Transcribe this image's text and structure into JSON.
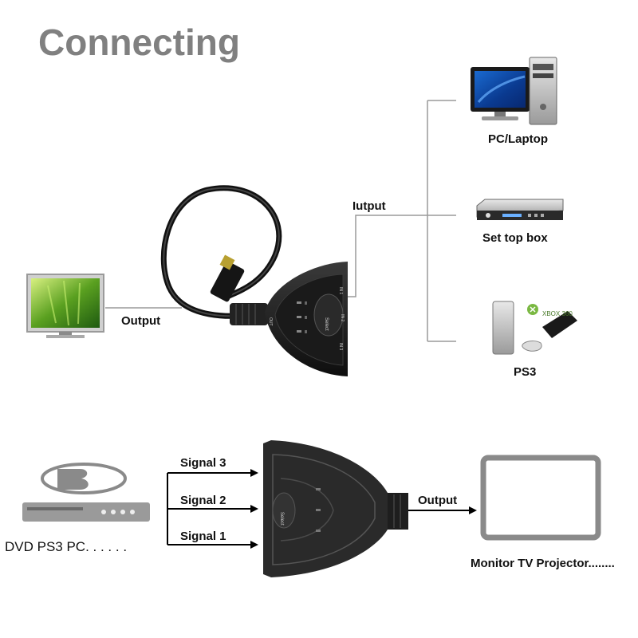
{
  "title": "Connecting",
  "top": {
    "output_label": "Output",
    "iutput_label": "Iutput",
    "devices": [
      "PC/Laptop",
      "Set top box",
      "PS3"
    ],
    "switch_text": {
      "select": "Select",
      "out": "OUT",
      "in1": "IN 1",
      "in2": "IN 2",
      "in3": "IN 3"
    },
    "xbox_logo_text": "XBOX 360"
  },
  "bottom": {
    "sources_label": "DVD PS3 PC. . . . . .",
    "signals": [
      "Signal 3",
      "Signal 2",
      "Signal 1"
    ],
    "output_label": "Output",
    "sink_label": "Monitor TV Projector........",
    "switch_text": {
      "select": "Select"
    }
  },
  "colors": {
    "title": "#808080",
    "line": "#9a9a9a",
    "arrow": "#000000",
    "switch_body": "#2a2a2a"
  }
}
